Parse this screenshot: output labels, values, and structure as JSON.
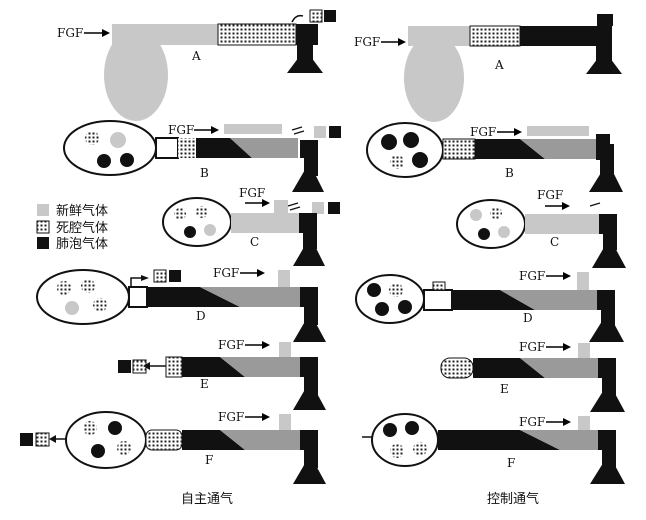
{
  "fgf_label": "FGF",
  "legend": {
    "fresh": "新鲜气体",
    "dead": "死腔气体",
    "alveolar": "肺泡气体"
  },
  "captions": {
    "spontaneous": "自主通气",
    "controlled": "控制通气"
  },
  "stage_labels": [
    "A",
    "B",
    "C",
    "D",
    "E",
    "F"
  ],
  "colors": {
    "fresh": "#c8c8c8",
    "mixed": "#9a9a9a",
    "alveolar": "#111111",
    "outline": "#111111"
  }
}
